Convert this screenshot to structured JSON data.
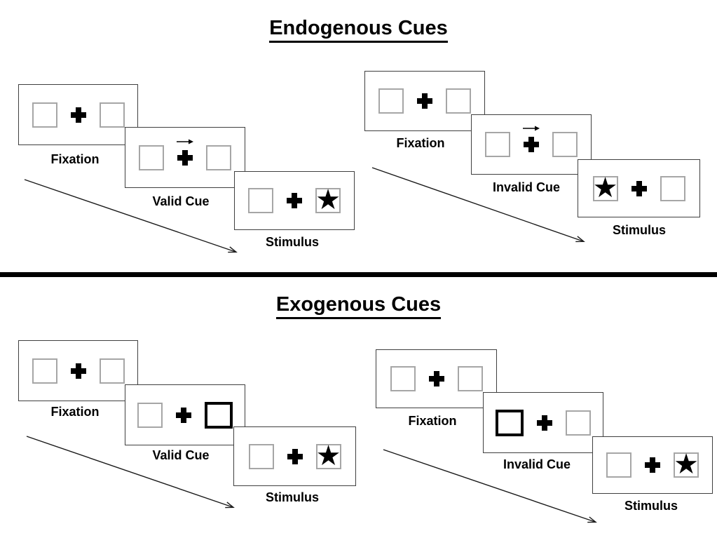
{
  "figure": {
    "type": "attention-cueing-paradigm-diagram",
    "background": "#ffffff"
  },
  "colors": {
    "panel_border": "#3f3f3f",
    "placeholder_box_border": "#a6a6a6",
    "cue_box_border": "#000000",
    "text": "#000000",
    "divider": "#000000",
    "arrow": "#1a1a1a"
  },
  "glyphs": {
    "star": "★"
  },
  "sections": {
    "endogenous": {
      "title": "Endogenous Cues",
      "trials": {
        "valid": {
          "labels": {
            "fixation": "Fixation",
            "cue": "Valid Cue",
            "stimulus": "Stimulus"
          },
          "cue_type": "central-arrow-pointing-right",
          "stimulus_star_side": "right"
        },
        "invalid": {
          "labels": {
            "fixation": "Fixation",
            "cue": "Invalid Cue",
            "stimulus": "Stimulus"
          },
          "cue_type": "central-arrow-pointing-right",
          "stimulus_star_side": "left"
        }
      }
    },
    "exogenous": {
      "title": "Exogenous Cues",
      "trials": {
        "valid": {
          "labels": {
            "fixation": "Fixation",
            "cue": "Valid Cue",
            "stimulus": "Stimulus"
          },
          "cue_type": "peripheral-bold-box-right",
          "stimulus_star_side": "right"
        },
        "invalid": {
          "labels": {
            "fixation": "Fixation",
            "cue": "Invalid Cue",
            "stimulus": "Stimulus"
          },
          "cue_type": "peripheral-bold-box-left",
          "stimulus_star_side": "right"
        }
      }
    }
  }
}
